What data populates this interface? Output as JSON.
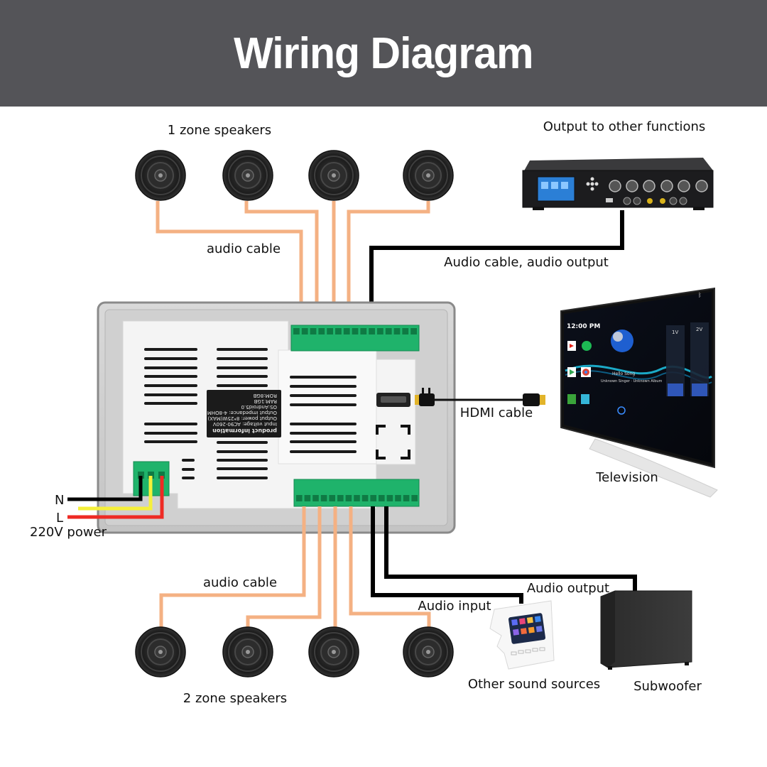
{
  "title": "Wiring Diagram",
  "colors": {
    "banner": "#545458",
    "audio_cable": "#f4b183",
    "black_cable": "#000000",
    "terminal_green": "#1fb36b",
    "power_n": "#000000",
    "power_yellow": "#f5f03a",
    "power_l": "#ee2a24"
  },
  "labels": {
    "zone1_speakers": "1 zone speakers",
    "zone2_speakers": "2 zone speakers",
    "audio_cable_top": "audio cable",
    "audio_cable_bottom": "audio cable",
    "output_other": "Output to other functions",
    "audio_cable_output": "Audio cable, audio output",
    "hdmi_cable": "HDMI cable",
    "television": "Television",
    "audio_input": "Audio input",
    "audio_output": "Audio output",
    "other_sources": "Other sound sources",
    "subwoofer": "Subwoofer",
    "power_n": "N",
    "power_l": "L",
    "power_220v": "220V power"
  },
  "product_info": {
    "heading": "product information",
    "lines": [
      "Input voltage: AC90-260V",
      "Output power: 8*25W(MAX)",
      "Output impedance: 4-8OHM",
      "OS:Android5.0",
      "RAM:1GB",
      "ROM:8GB"
    ]
  },
  "tv_screen": {
    "clock": "12:00 PM",
    "song": "Hello Song",
    "artist": "Unknown Singer · Unknown Album",
    "zone_a": "1V",
    "zone_b": "2V"
  },
  "speakers": {
    "zone1_count": 4,
    "zone2_count": 4
  }
}
